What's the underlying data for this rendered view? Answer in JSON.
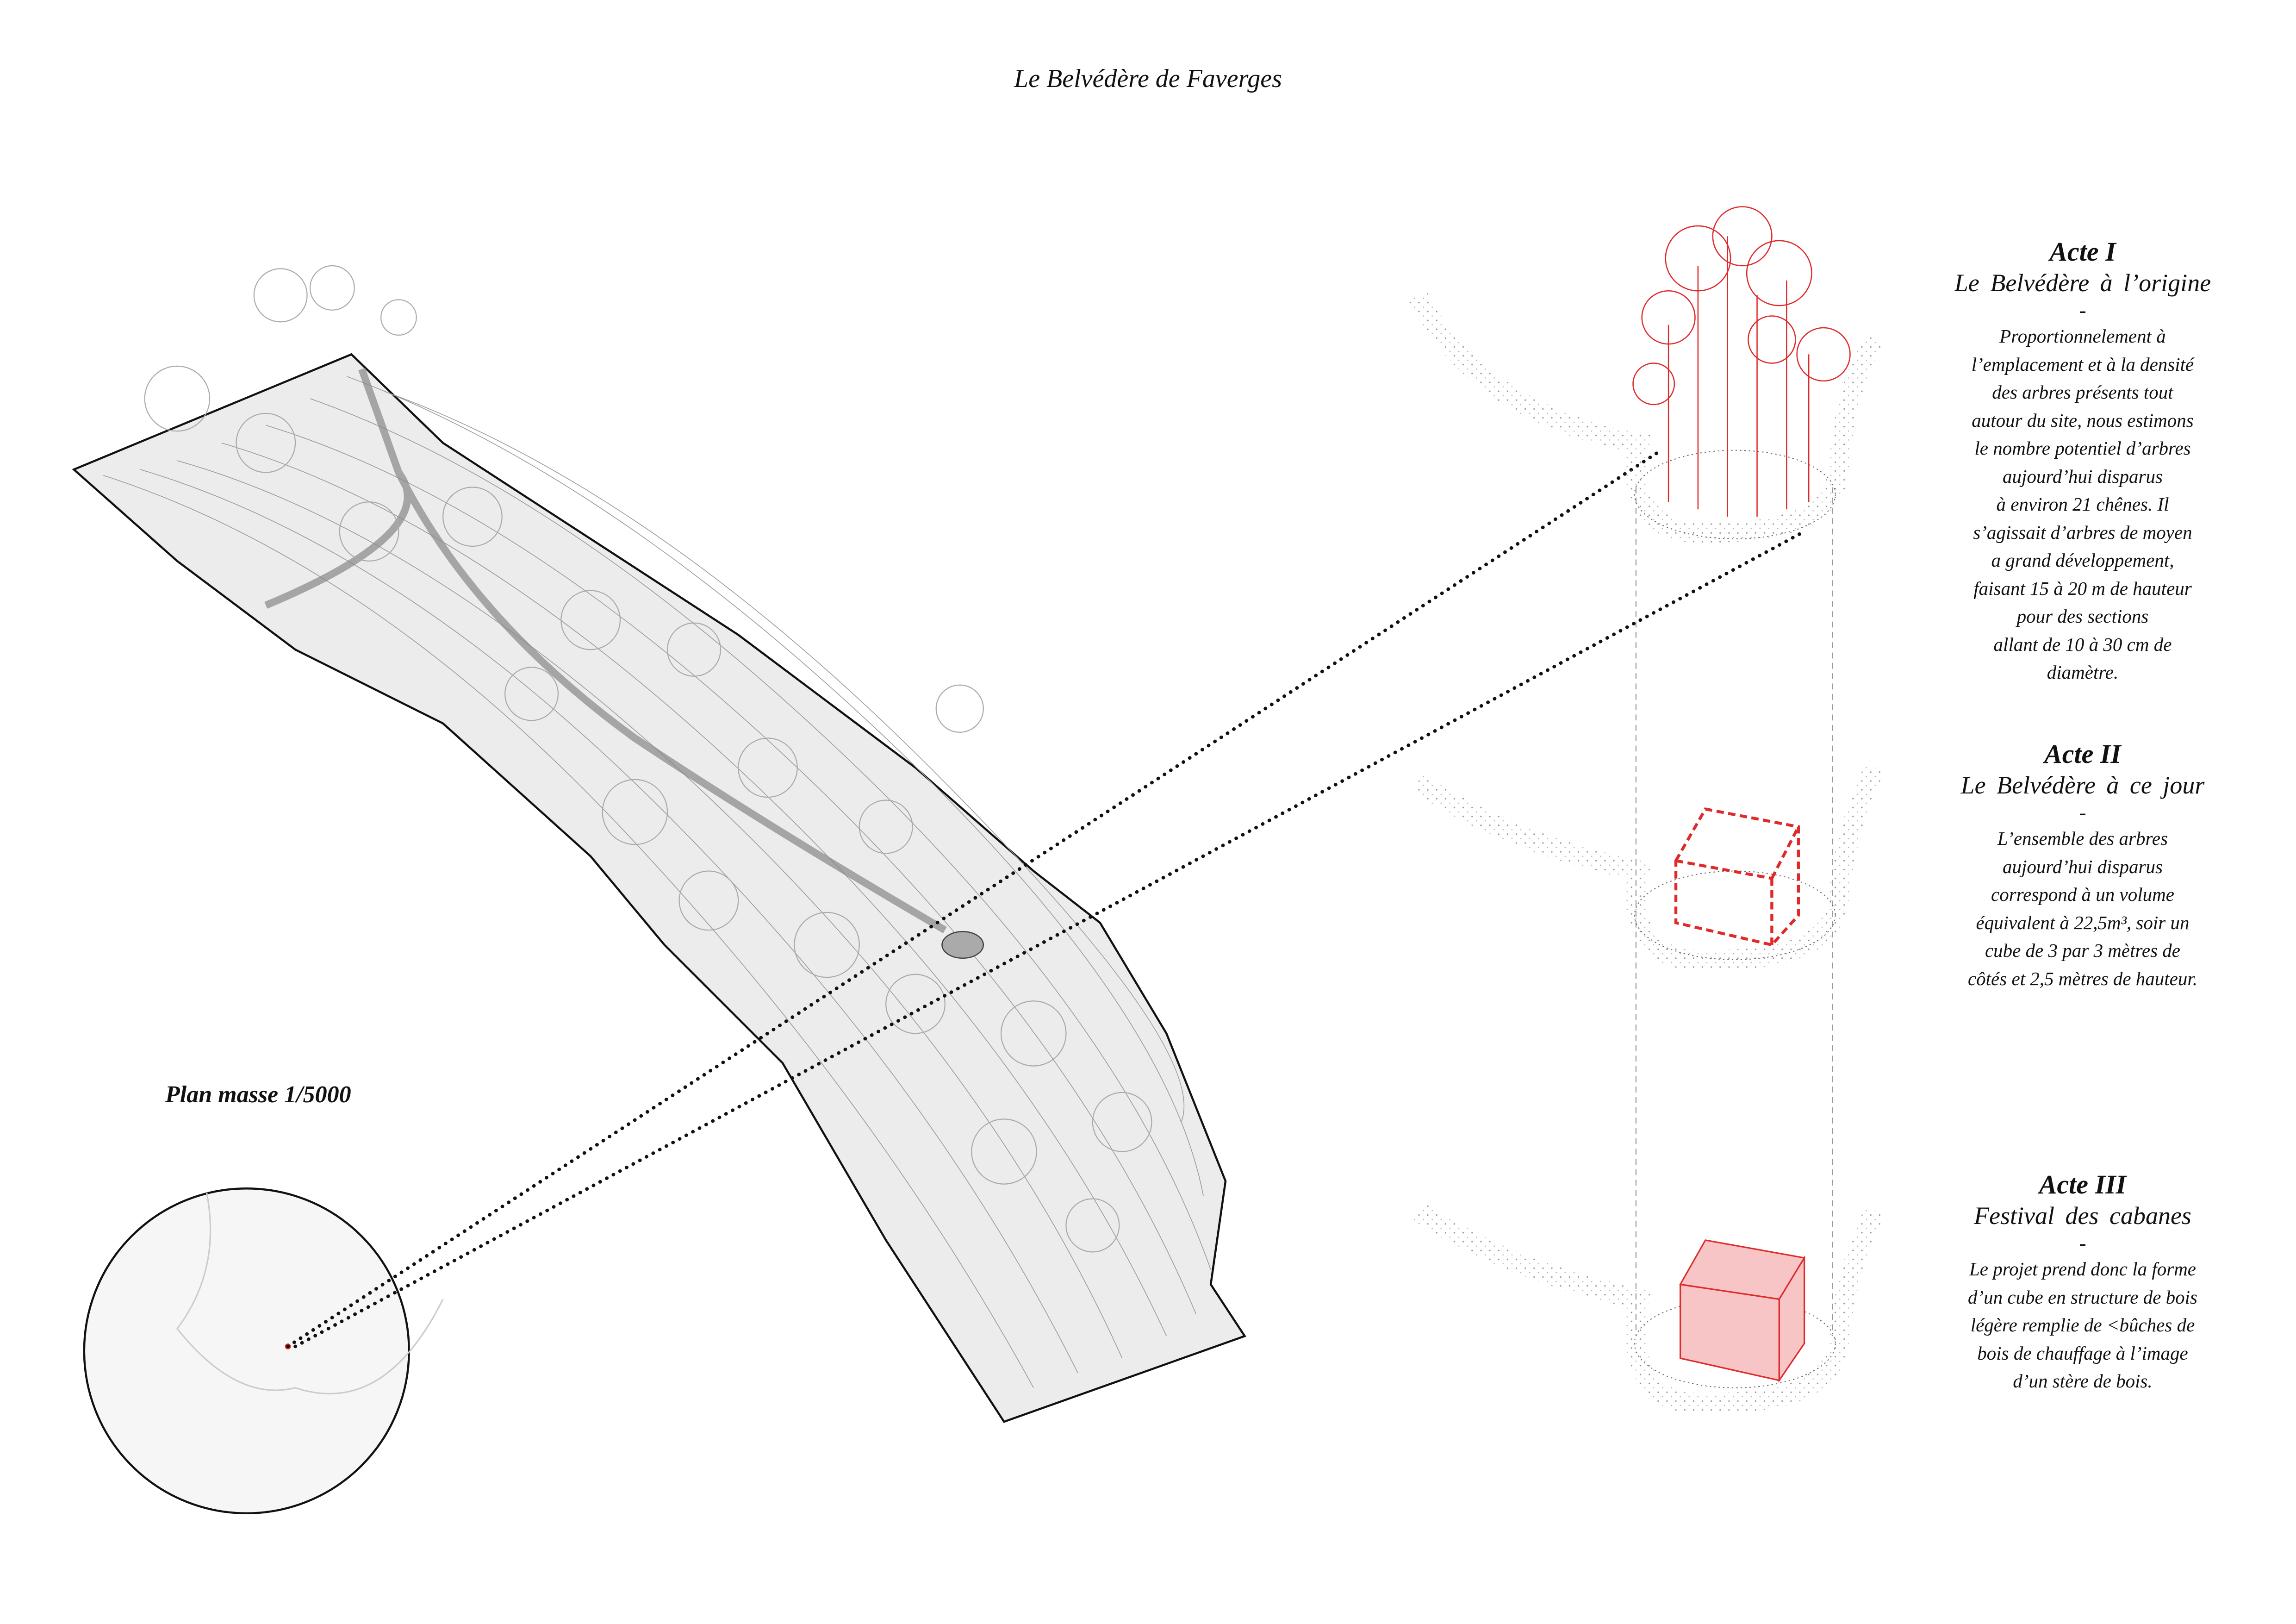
{
  "title": "Le Belvédère de Faverges",
  "plan_label": "Plan masse 1/5000",
  "colors": {
    "accent_red": "#e02a2a",
    "line": "#111111",
    "terrain": "#e9e9e9"
  },
  "acts": [
    {
      "heading": "Acte I",
      "subtitle": "Le Belvédère à l’origine",
      "separator": "-",
      "lines": [
        "Proportionnelement à",
        "l’emplacement et à la densité",
        "des arbres présents tout",
        "autour du site, nous estimons",
        "le nombre potentiel d’arbres",
        "aujourd’hui disparus",
        "à  environ 21 chênes. Il",
        "s’agissait d’arbres de moyen",
        "a grand développement,",
        "faisant 15 à 20 m de hauteur",
        "pour des sections",
        "allant de 10  à  30 cm de",
        "diamètre."
      ]
    },
    {
      "heading": "Acte II",
      "subtitle": "Le Belvédère à ce jour",
      "separator": "-",
      "lines": [
        "L’ensemble des arbres",
        "aujourd’hui disparus",
        "correspond à un volume",
        "équivalent à 22,5m³, soir un",
        "cube de 3 par 3 mètres de",
        "côtés et 2,5 mètres de hauteur."
      ]
    },
    {
      "heading": "Acte III",
      "subtitle": "Festival des cabanes",
      "separator": "-",
      "lines": [
        "Le projet prend donc la forme",
        "d’un cube en structure de bois",
        "légère remplie de <bûches de",
        "bois de chauffage à l’image",
        "d’un stère de bois."
      ]
    }
  ]
}
